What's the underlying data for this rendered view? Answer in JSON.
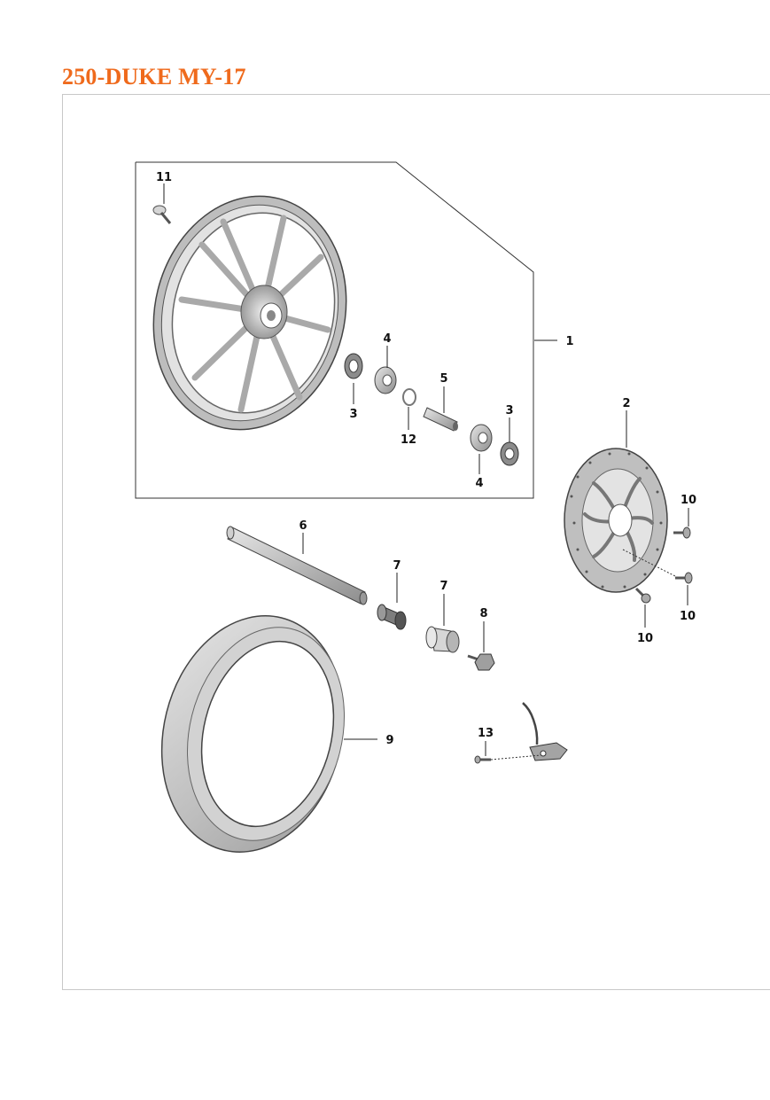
{
  "title": "250-DUKE MY-17",
  "colors": {
    "title": "#ef6a1c",
    "part_fill": "#c9c9c9",
    "part_stroke": "#555555",
    "line": "#222222"
  },
  "callouts": {
    "c11": "11",
    "c1": "1",
    "c4a": "4",
    "c3a": "3",
    "c12": "12",
    "c5": "5",
    "c3b": "3",
    "c4b": "4",
    "c2": "2",
    "c10a": "10",
    "c10b": "10",
    "c10c": "10",
    "c6": "6",
    "c7a": "7",
    "c7b": "7",
    "c8": "8",
    "c9": "9",
    "c13": "13"
  }
}
